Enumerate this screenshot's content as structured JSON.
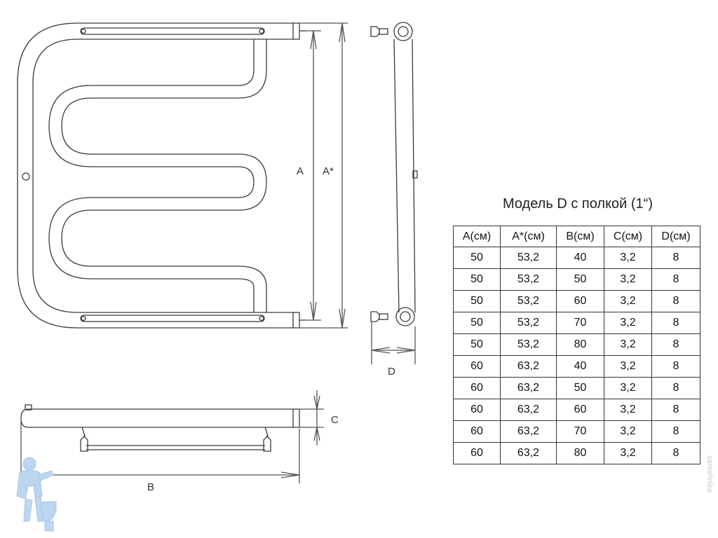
{
  "labels": {
    "a": "A",
    "a_star": "A*",
    "b": "B",
    "c": "C",
    "d": "D"
  },
  "table": {
    "title": "Модель D с полкой (1“)",
    "headers": [
      "A(см)",
      "A*(см)",
      "B(см)",
      "C(см)",
      "D(см)"
    ],
    "rows": [
      [
        "50",
        "53,2",
        "40",
        "3,2",
        "8"
      ],
      [
        "50",
        "53,2",
        "50",
        "3,2",
        "8"
      ],
      [
        "50",
        "53,2",
        "60",
        "3,2",
        "8"
      ],
      [
        "50",
        "53,2",
        "70",
        "3,2",
        "8"
      ],
      [
        "50",
        "53,2",
        "80",
        "3,2",
        "8"
      ],
      [
        "60",
        "63,2",
        "40",
        "3,2",
        "8"
      ],
      [
        "60",
        "63,2",
        "50",
        "3,2",
        "8"
      ],
      [
        "60",
        "63,2",
        "60",
        "3,2",
        "8"
      ],
      [
        "60",
        "63,2",
        "70",
        "3,2",
        "8"
      ],
      [
        "60",
        "63,2",
        "80",
        "3,2",
        "8"
      ]
    ]
  },
  "watermark": "santehnika",
  "colors": {
    "line": "#3a3a3a",
    "dim": "#555555",
    "logo": "#bcd6ef"
  },
  "icons": {
    "logo": "plumber-logo-icon"
  }
}
